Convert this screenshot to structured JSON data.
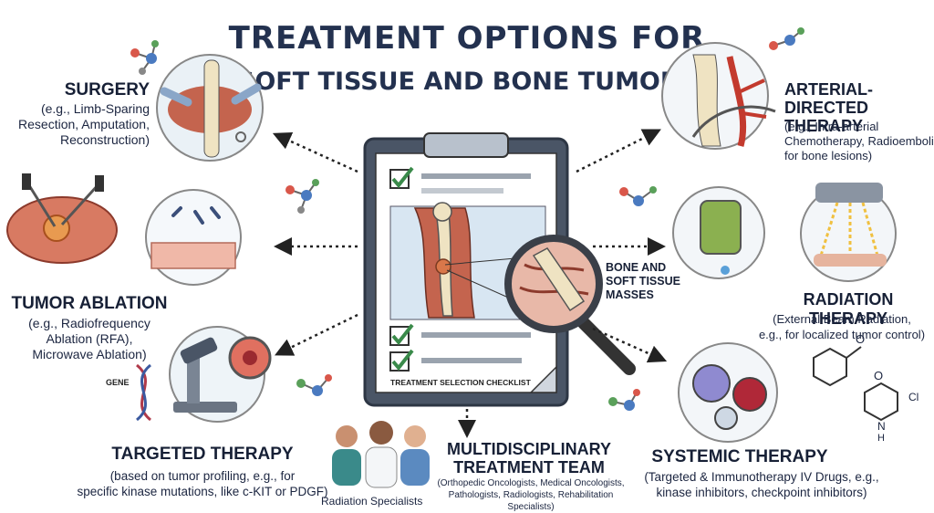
{
  "title": {
    "line1": "TREATMENT OPTIONS FOR",
    "line2": "SOFT TISSUE AND BONE TUMORS"
  },
  "surgery": {
    "heading": "SURGERY",
    "desc": [
      "(e.g., Limb-Sparing",
      "Resection, Amputation,",
      "Reconstruction)"
    ]
  },
  "ablation": {
    "heading": "TUMOR ABLATION",
    "desc": [
      "(e.g., Radiofrequency",
      "Ablation (RFA),",
      "Microwave Ablation)"
    ]
  },
  "targeted": {
    "heading": "TARGETED THERAPY",
    "desc": [
      "(based on tumor profiling, e.g., for",
      "specific kinase mutations, like c-KIT or PDGF)"
    ],
    "gene_label": "GENE"
  },
  "team": {
    "heading": [
      "MULTIDISCIPLINARY",
      "TREATMENT TEAM"
    ],
    "desc": [
      "(Orthopedic Oncologists, Medical Oncologists,",
      "Pathologists, Radiologists, Rehabilitation Specialists)"
    ],
    "side_label": "Radiation Specialists"
  },
  "arterial": {
    "heading": [
      "ARTERIAL-DIRECTED",
      "THERAPY"
    ],
    "desc": [
      "(e.g., Intra-arterial",
      "Chemotherapy, Radioembolizat",
      "for bone lesions)"
    ]
  },
  "radiation": {
    "heading": "RADIATION THERAPY",
    "desc": [
      "(External Beam Radiation,",
      "e.g., for localized tumor control)"
    ]
  },
  "systemic": {
    "heading": "SYSTEMIC THERAPY",
    "desc": [
      "(Targeted & Immunotherapy IV Drugs, e.g.,",
      "kinase inhibitors, checkpoint inhibitors)"
    ]
  },
  "clipboard": {
    "caption": "TREATMENT SELECTION CHECKLIST",
    "mass_label": [
      "BONE AND",
      "SOFT TISSUE",
      "MASSES"
    ]
  },
  "molecule_letters": {
    "o1": "O",
    "o2": "O",
    "n": "N",
    "h": "H",
    "cl": "Cl"
  },
  "colors": {
    "title": "#23314f",
    "check": "#3a8a4a",
    "muscle": "#c4644e",
    "bone": "#efe3c2",
    "board": "#eef2f6"
  }
}
